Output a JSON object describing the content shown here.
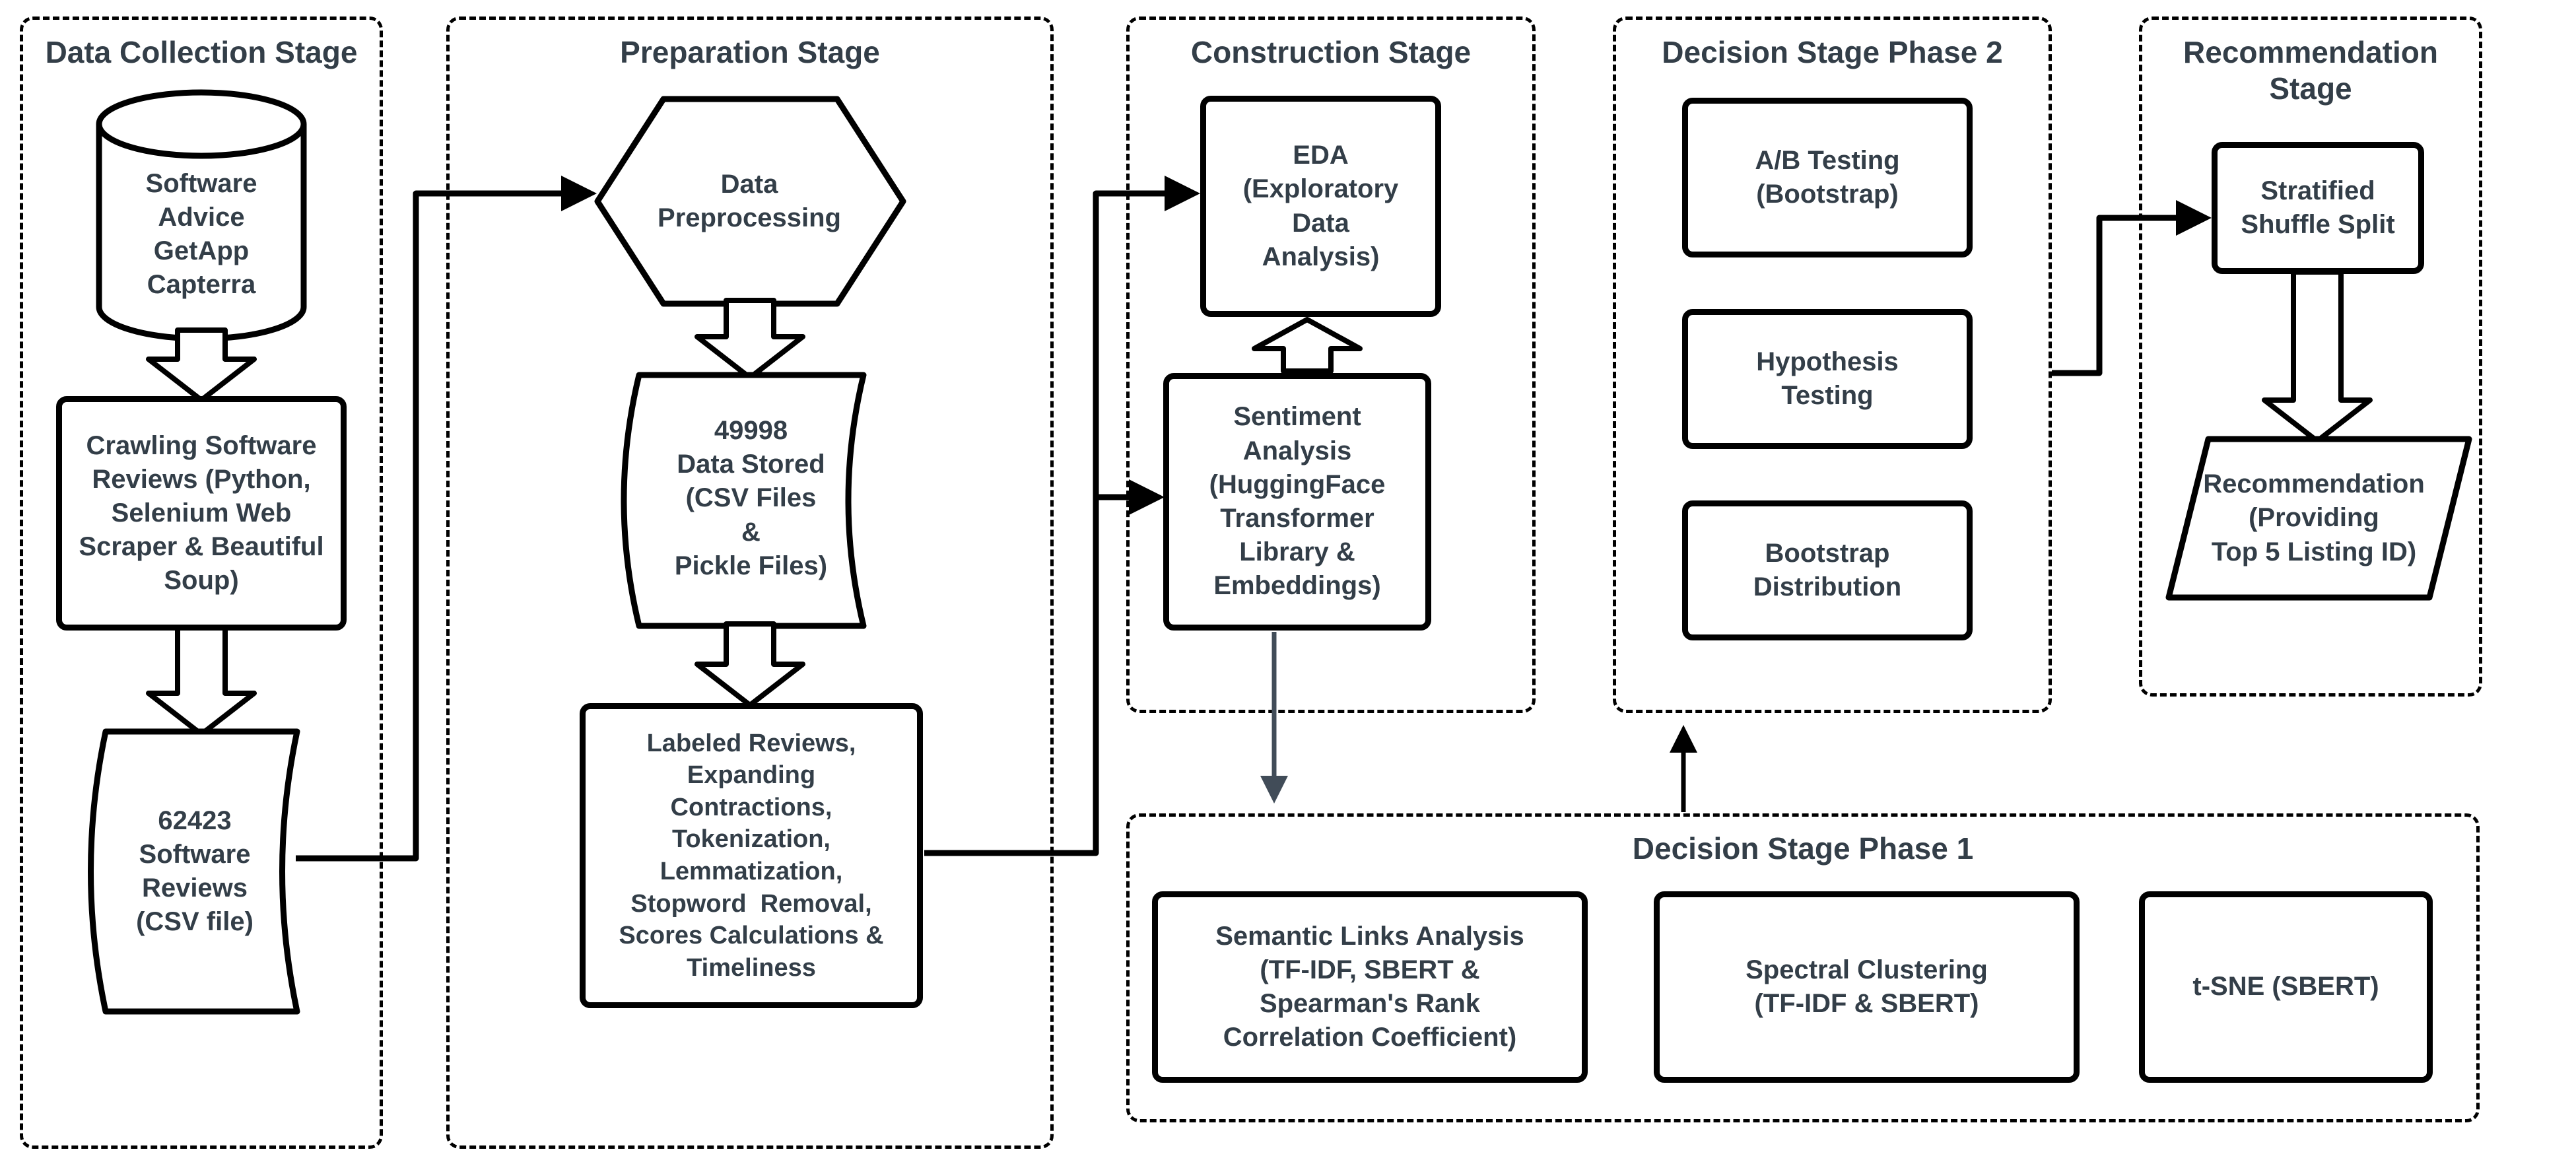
{
  "colors": {
    "text": "#333E48",
    "stroke": "#000000",
    "secondary_connector": "#414C58",
    "background": "#FFFFFF"
  },
  "stages": {
    "data_collection": {
      "title": "Data Collection Stage",
      "database": "Software\nAdvice\nGetApp\nCapterra",
      "crawling": "Crawling Software\nReviews (Python,\nSelenium Web\nScraper & Beautiful\nSoup)",
      "reviews_doc": "62423\nSoftware\nReviews\n(CSV file)"
    },
    "preparation": {
      "title": "Preparation Stage",
      "preprocessing": "Data\nPreprocessing",
      "stored_doc": "49998\nData Stored\n(CSV Files\n&\nPickle Files)",
      "labeled": "Labeled Reviews,\nExpanding\nContractions,\nTokenization,\nLemmatization,\nStopword  Removal,\nScores Calculations &\nTimeliness"
    },
    "construction": {
      "title": "Construction Stage",
      "eda": "EDA\n(Exploratory\nData\nAnalysis)",
      "sentiment": "Sentiment\nAnalysis\n(HuggingFace\nTransformer\nLibrary &\nEmbeddings)"
    },
    "decision_phase2": {
      "title": "Decision Stage Phase 2",
      "ab_testing": "A/B Testing\n(Bootstrap)",
      "hypothesis": "Hypothesis\nTesting",
      "bootstrap": "Bootstrap\nDistribution"
    },
    "recommendation": {
      "title": "Recommendation\nStage",
      "split": "Stratified\nShuffle Split",
      "output": "Recommendation\n(Providing\nTop 5 Listing ID)"
    },
    "decision_phase1": {
      "title": "Decision Stage Phase 1",
      "semantic": "Semantic Links Analysis\n(TF-IDF, SBERT &\nSpearman's Rank\nCorrelation Coefficient)",
      "spectral": "Spectral Clustering\n(TF-IDF & SBERT)",
      "tsne": "t-SNE (SBERT)"
    }
  }
}
